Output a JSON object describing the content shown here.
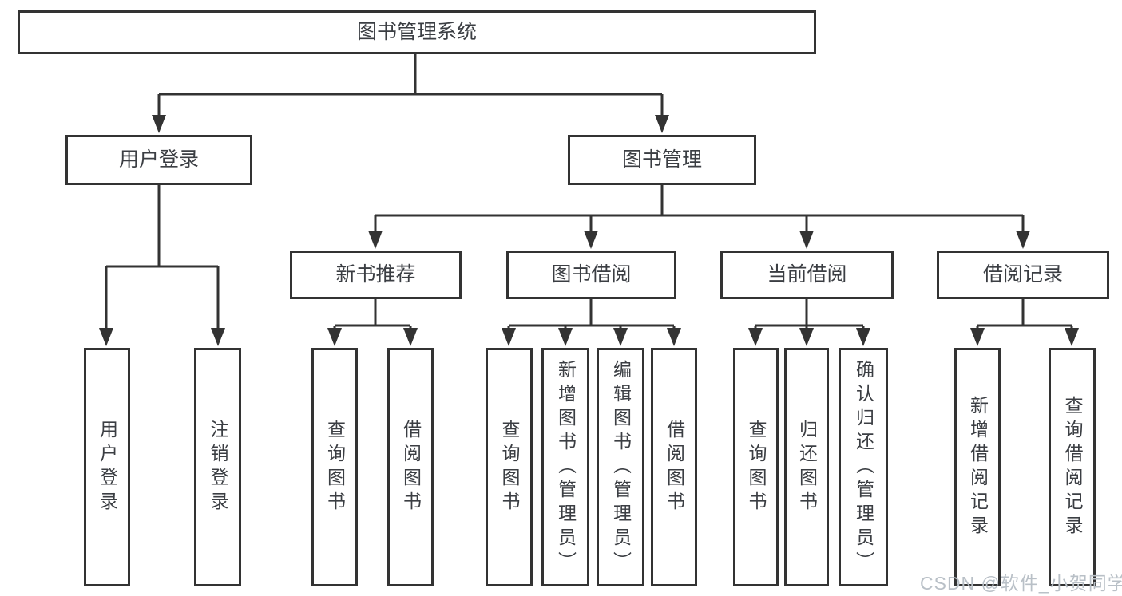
{
  "diagram_title": "图书管理系统",
  "tree": {
    "root": "图书管理系统",
    "children": [
      {
        "label": "用户登录",
        "children": [
          {
            "label": "用户登录"
          },
          {
            "label": "注销登录"
          }
        ]
      },
      {
        "label": "图书管理",
        "children": [
          {
            "label": "新书推荐",
            "children": [
              {
                "label": "查询图书"
              },
              {
                "label": "借阅图书"
              }
            ]
          },
          {
            "label": "图书借阅",
            "children": [
              {
                "label": "查询图书"
              },
              {
                "label": "新增图书（管理员）"
              },
              {
                "label": "编辑图书（管理员）"
              },
              {
                "label": "借阅图书"
              }
            ]
          },
          {
            "label": "当前借阅",
            "children": [
              {
                "label": "查询图书"
              },
              {
                "label": "归还图书"
              },
              {
                "label": "确认归还（管理员）"
              }
            ]
          },
          {
            "label": "借阅记录",
            "children": [
              {
                "label": "新增借阅记录"
              },
              {
                "label": "查询借阅记录"
              }
            ]
          }
        ]
      }
    ]
  },
  "watermark": "CSDN @软件_小贺同学",
  "colors": {
    "line": "#333333",
    "text": "#3b3e43",
    "watermark": "#b9c0c7",
    "background": "#ffffff"
  }
}
